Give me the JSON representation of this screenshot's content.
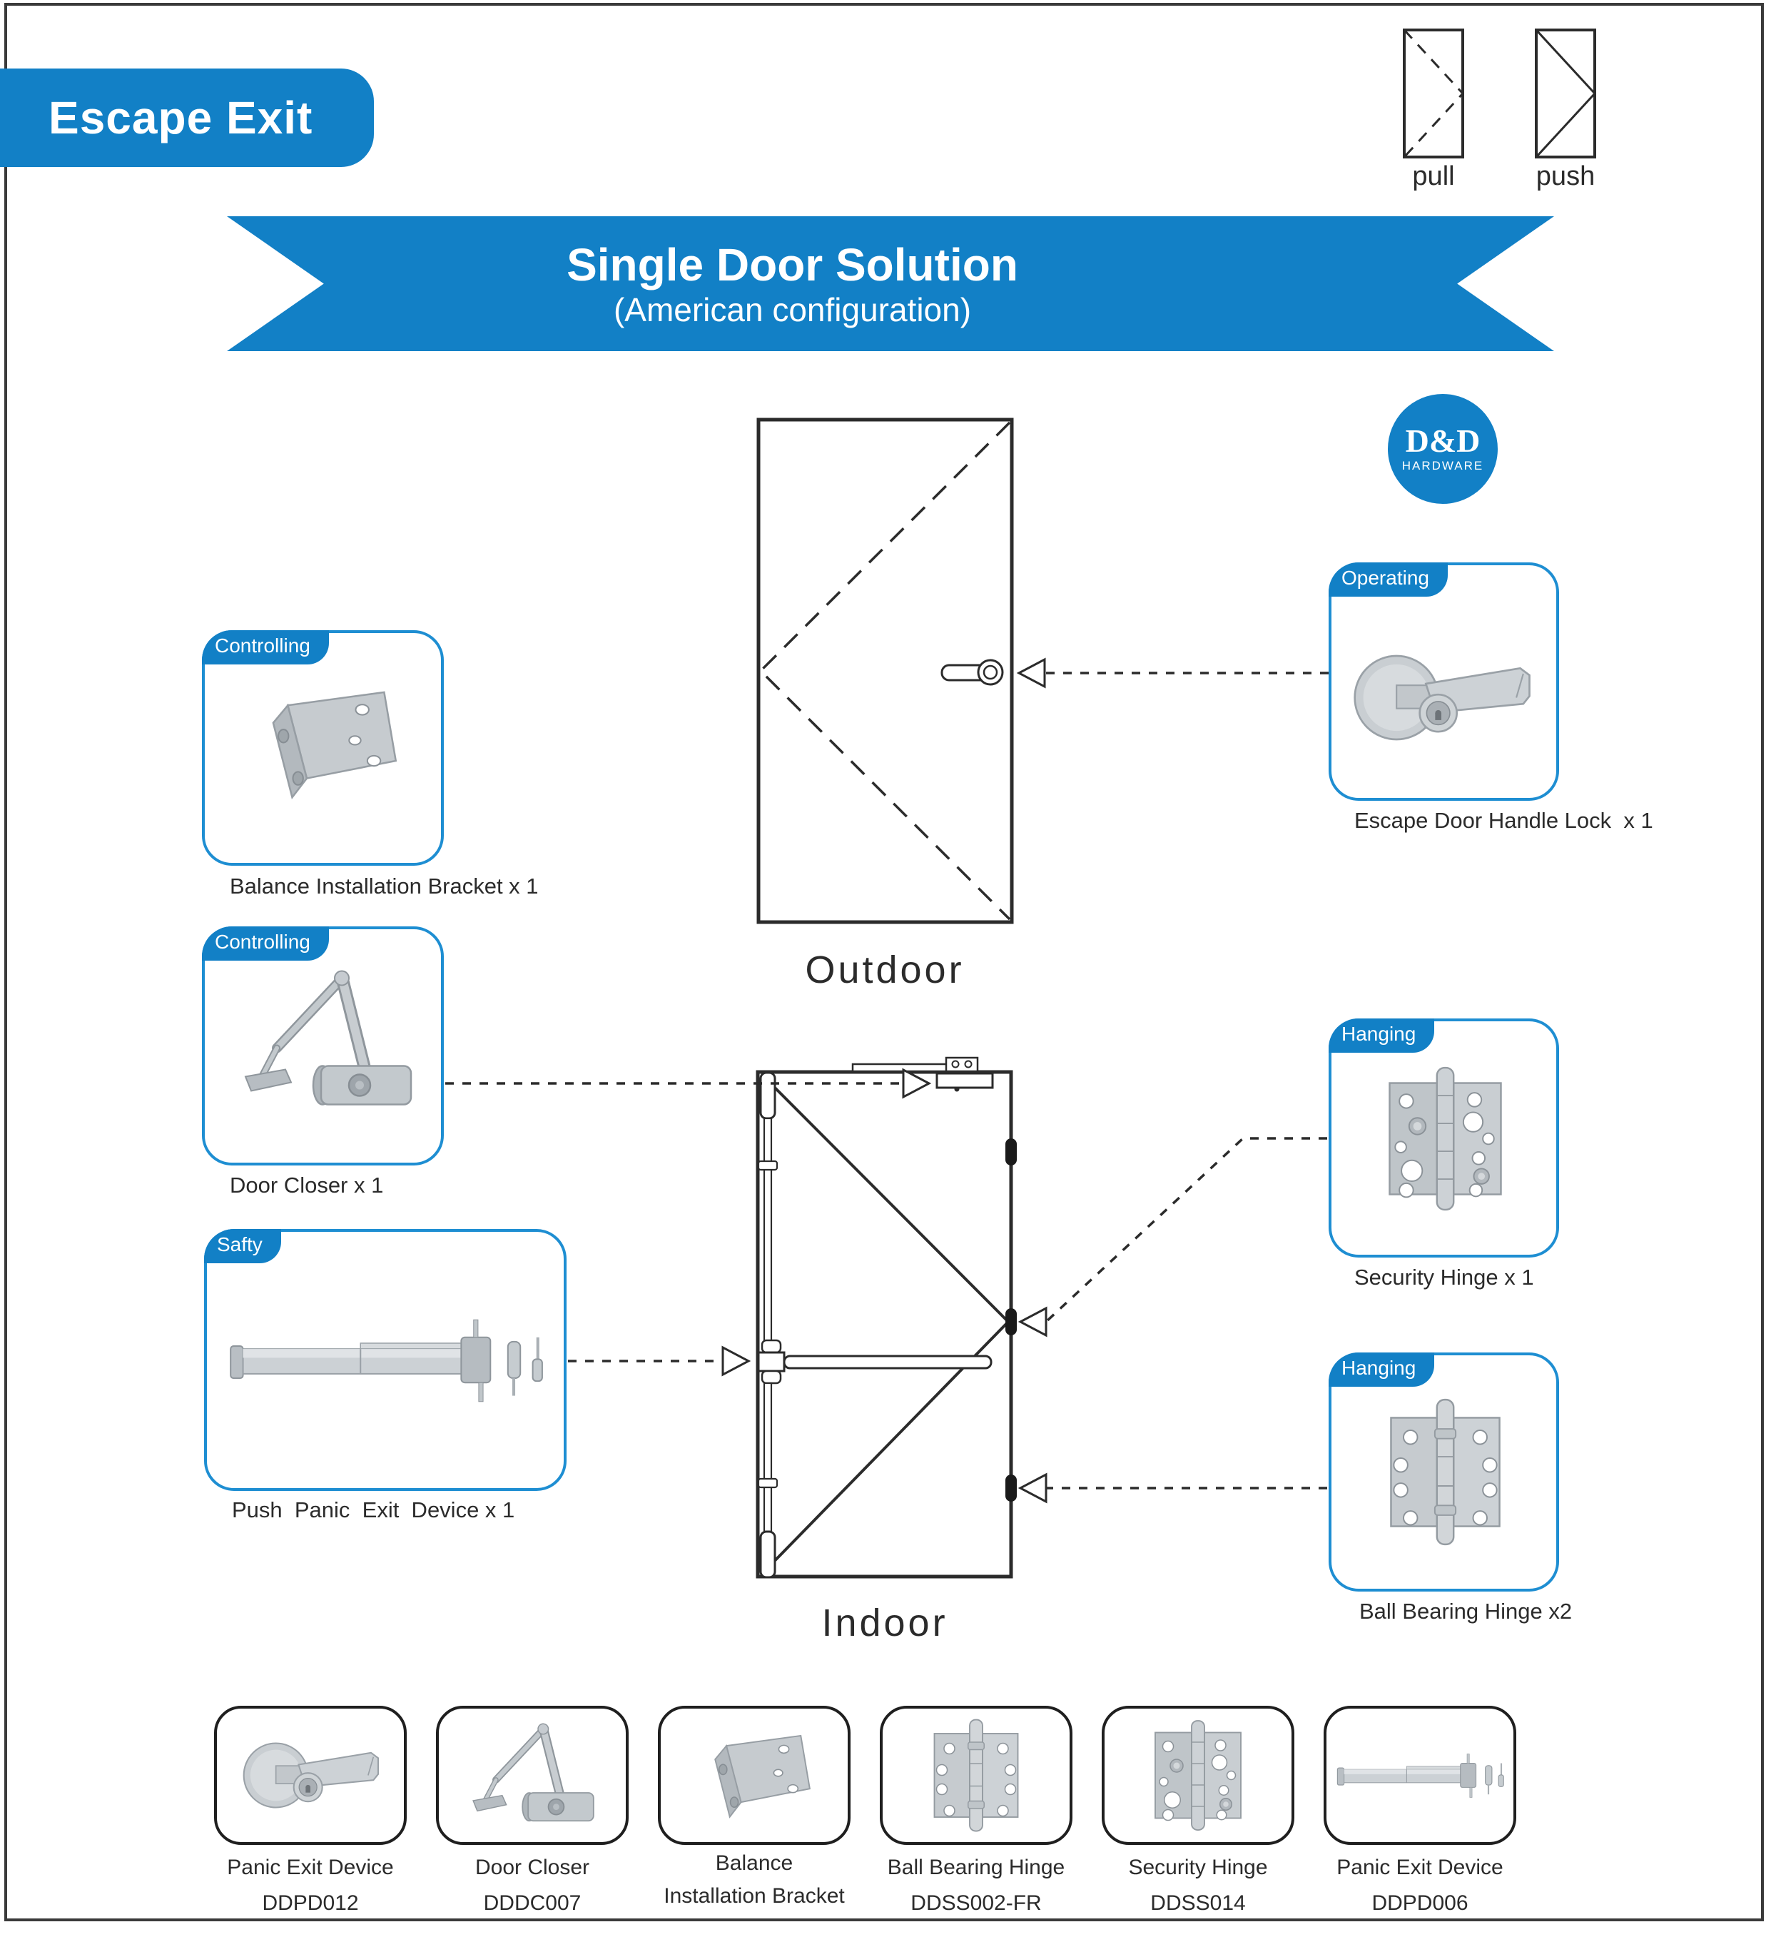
{
  "header": {
    "title": "Escape Exit"
  },
  "legend": {
    "pull": "pull",
    "push": "push"
  },
  "ribbon": {
    "title": "Single Door Solution",
    "subtitle": "(American configuration)"
  },
  "logo": {
    "name": "D&D",
    "sub": "HARDWARE"
  },
  "diagram": {
    "outdoor": "Outdoor",
    "indoor": "Indoor"
  },
  "callouts": {
    "operating": {
      "tag": "Operating",
      "caption": "Escape Door Handle Lock  x 1"
    },
    "bracket": {
      "tag": "Controlling",
      "caption": "Balance Installation Bracket x 1"
    },
    "closer": {
      "tag": "Controlling",
      "caption": "Door Closer x 1"
    },
    "panic": {
      "tag": "Safty",
      "caption": "Push  Panic  Exit  Device x 1"
    },
    "security": {
      "tag": "Hanging",
      "caption": "Security Hinge x 1"
    },
    "ballbearing": {
      "tag": "Hanging",
      "caption": "Ball Bearing Hinge x2"
    }
  },
  "products": [
    {
      "name": "Panic Exit Device",
      "code": "DDPD012"
    },
    {
      "name": "Door Closer",
      "code": "DDDC007"
    },
    {
      "name": "Balance",
      "name2": "Installation Bracket"
    },
    {
      "name": "Ball Bearing Hinge",
      "code": "DDSS002-FR"
    },
    {
      "name": "Security Hinge",
      "code": "DDSS014"
    },
    {
      "name": "Panic Exit Device",
      "code": "DDPD006"
    }
  ],
  "colors": {
    "brand_blue": "#1280c6",
    "outline_blue": "#1e8ed2",
    "ink": "#2b2b2b"
  }
}
